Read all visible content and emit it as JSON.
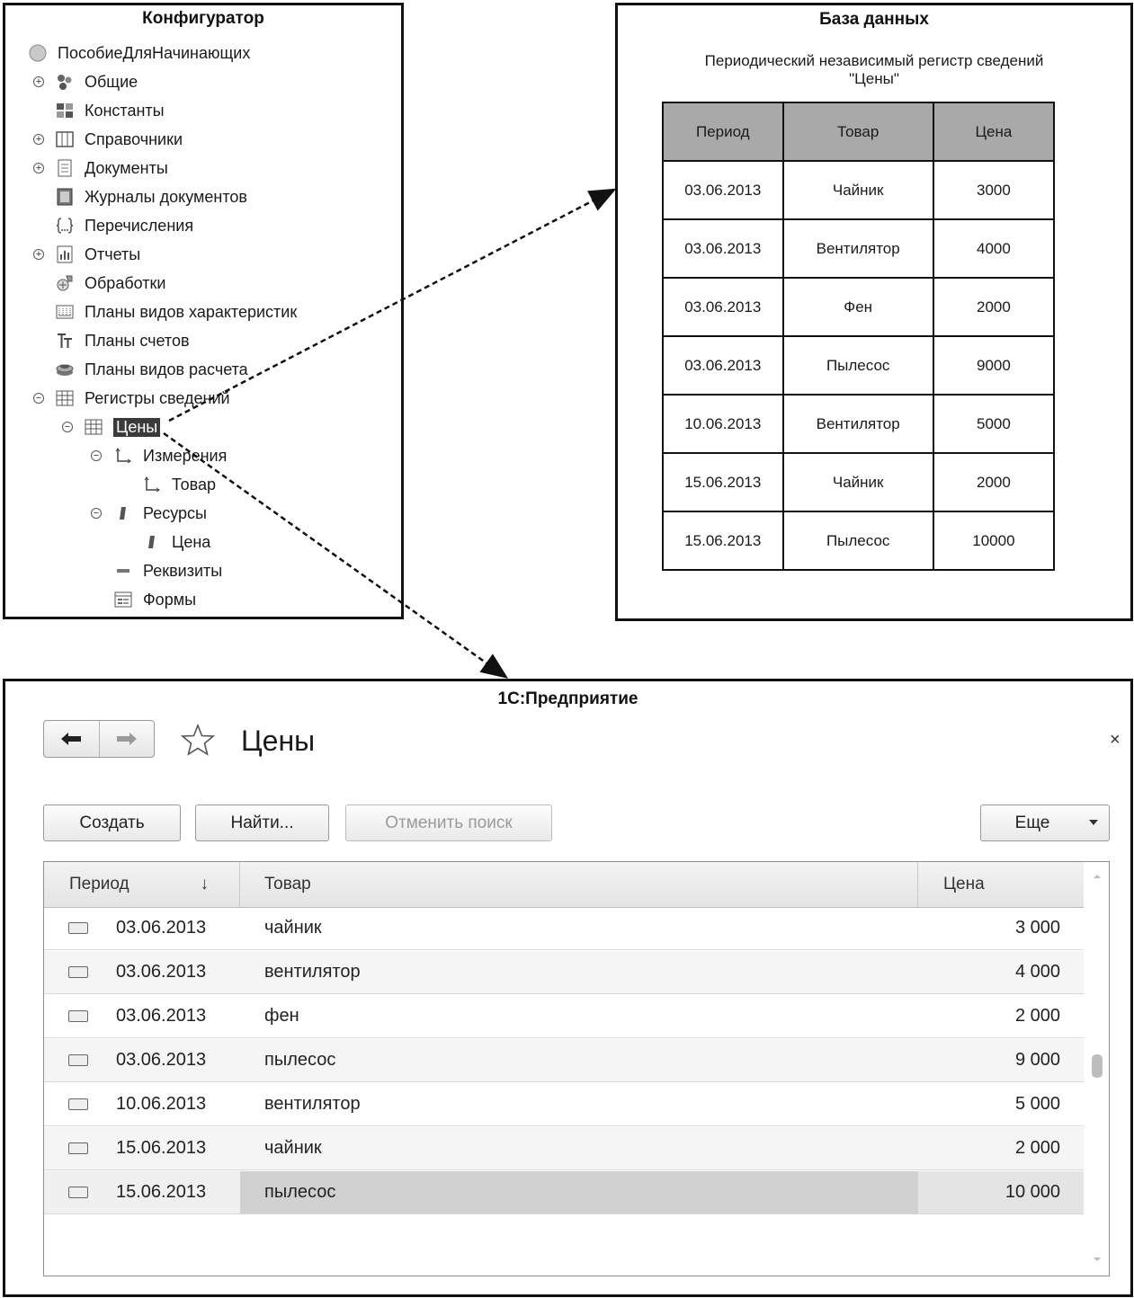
{
  "configurator": {
    "title": "Конфигуратор",
    "tree": [
      {
        "label": "ПособиеДляНачинающих",
        "icon": "root-config-icon"
      },
      {
        "label": "Общие",
        "icon": "common-icon",
        "expander": "+"
      },
      {
        "label": "Константы",
        "icon": "constants-icon"
      },
      {
        "label": "Справочники",
        "icon": "catalogs-icon",
        "expander": "+"
      },
      {
        "label": "Документы",
        "icon": "documents-icon",
        "expander": "+"
      },
      {
        "label": "Журналы документов",
        "icon": "document-journals-icon"
      },
      {
        "label": "Перечисления",
        "icon": "enumerations-icon"
      },
      {
        "label": "Отчеты",
        "icon": "reports-icon",
        "expander": "+"
      },
      {
        "label": "Обработки",
        "icon": "data-processors-icon"
      },
      {
        "label": "Планы видов характеристик",
        "icon": "characteristic-types-icon"
      },
      {
        "label": "Планы счетов",
        "icon": "chart-of-accounts-icon"
      },
      {
        "label": "Планы видов расчета",
        "icon": "calculation-types-icon"
      },
      {
        "label": "Регистры сведений",
        "icon": "information-registers-icon",
        "expander": "-"
      },
      {
        "label": "Цены",
        "icon": "register-icon",
        "expander": "-",
        "selected": true
      },
      {
        "label": "Измерения",
        "icon": "dimensions-icon",
        "expander": "-"
      },
      {
        "label": "Товар",
        "icon": "dimension-icon"
      },
      {
        "label": "Ресурсы",
        "icon": "resources-icon",
        "expander": "-"
      },
      {
        "label": "Цена",
        "icon": "resource-icon"
      },
      {
        "label": "Реквизиты",
        "icon": "attributes-icon"
      },
      {
        "label": "Формы",
        "icon": "forms-icon"
      }
    ]
  },
  "database": {
    "title": "База данных",
    "subtitle_line1": "Периодический независимый регистр сведений",
    "subtitle_line2": "\"Цены\"",
    "headers": [
      "Период",
      "Товар",
      "Цена"
    ],
    "rows": [
      [
        "03.06.2013",
        "Чайник",
        "3000"
      ],
      [
        "03.06.2013",
        "Вентилятор",
        "4000"
      ],
      [
        "03.06.2013",
        "Фен",
        "2000"
      ],
      [
        "03.06.2013",
        "Пылесос",
        "9000"
      ],
      [
        "10.06.2013",
        "Вентилятор",
        "5000"
      ],
      [
        "15.06.2013",
        "Чайник",
        "2000"
      ],
      [
        "15.06.2013",
        "Пылесос",
        "10000"
      ]
    ]
  },
  "enterprise": {
    "title": "1С:Предприятие",
    "form_title": "Цены",
    "close_glyph": "×",
    "buttons": {
      "create": "Создать",
      "find": "Найти...",
      "cancel_search": "Отменить поиск",
      "more": "Еще"
    },
    "columns": {
      "period": "Период",
      "sort_glyph": "↓",
      "item": "Товар",
      "price": "Цена"
    },
    "rows": [
      {
        "period": "03.06.2013",
        "item": "чайник",
        "price": "3 000"
      },
      {
        "period": "03.06.2013",
        "item": "вентилятор",
        "price": "4 000"
      },
      {
        "period": "03.06.2013",
        "item": "фен",
        "price": "2 000"
      },
      {
        "period": "03.06.2013",
        "item": "пылесос",
        "price": "9 000"
      },
      {
        "period": "10.06.2013",
        "item": "вентилятор",
        "price": "5 000"
      },
      {
        "period": "15.06.2013",
        "item": "чайник",
        "price": "2 000"
      },
      {
        "period": "15.06.2013",
        "item": "пылесос",
        "price": "10 000"
      }
    ]
  }
}
